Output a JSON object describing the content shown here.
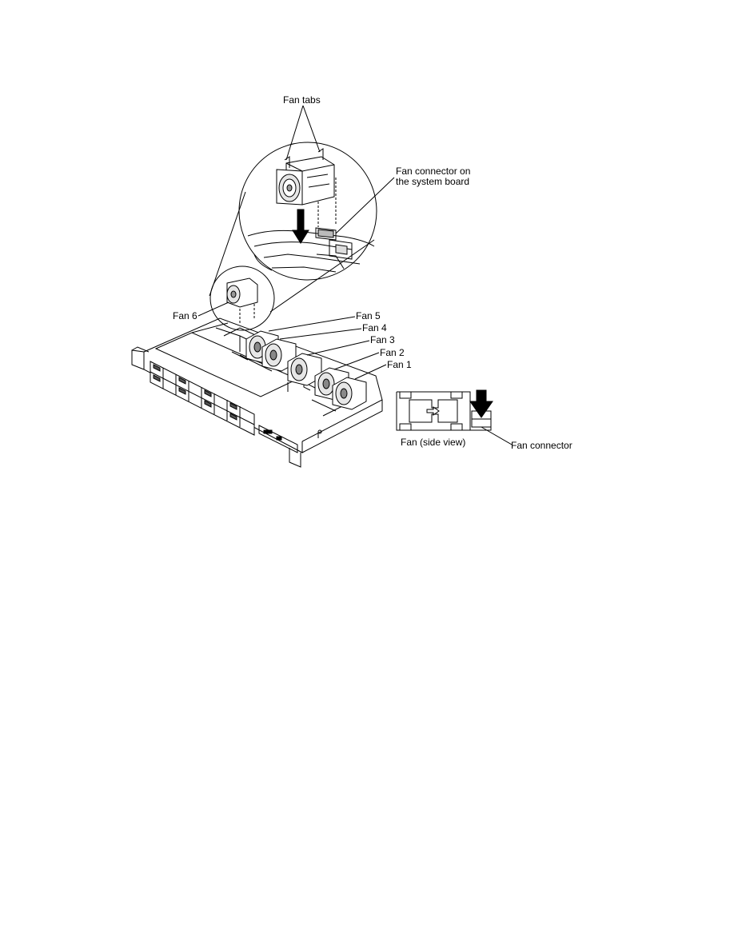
{
  "labels": {
    "fan_tabs": "Fan tabs",
    "fan_connector_board_line1": "Fan connector on",
    "fan_connector_board_line2": "the system board",
    "fan6": "Fan 6",
    "fan5": "Fan 5",
    "fan4": "Fan 4",
    "fan3": "Fan 3",
    "fan2": "Fan 2",
    "fan1": "Fan 1",
    "fan_side_view": "Fan (side view)",
    "fan_connector": "Fan connector"
  }
}
